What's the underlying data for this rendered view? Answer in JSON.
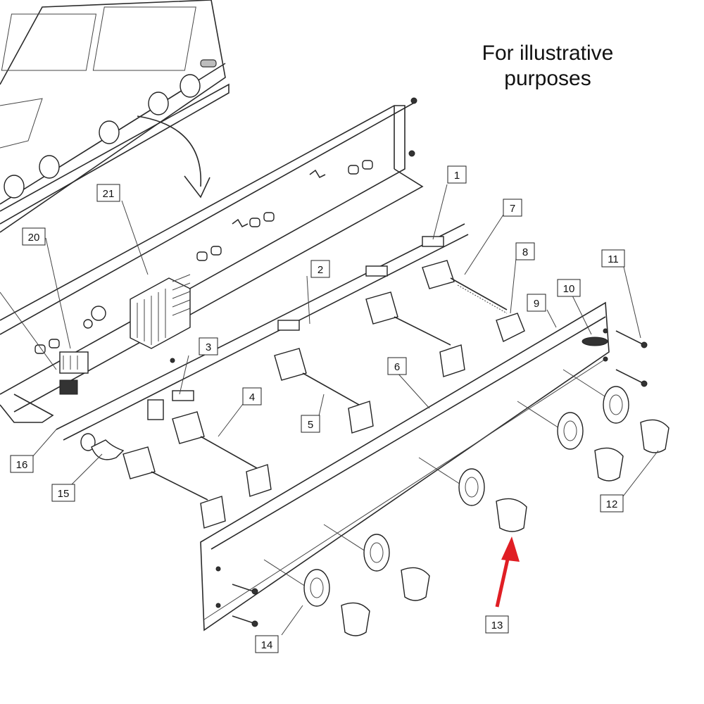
{
  "note": {
    "line1": "For illustrative",
    "line2": "purposes"
  },
  "callouts": [
    {
      "id": "1"
    },
    {
      "id": "2"
    },
    {
      "id": "3"
    },
    {
      "id": "4"
    },
    {
      "id": "5"
    },
    {
      "id": "6"
    },
    {
      "id": "7"
    },
    {
      "id": "8"
    },
    {
      "id": "9"
    },
    {
      "id": "10"
    },
    {
      "id": "11"
    },
    {
      "id": "12"
    },
    {
      "id": "13"
    },
    {
      "id": "14"
    },
    {
      "id": "15"
    },
    {
      "id": "16"
    },
    {
      "id": "20"
    },
    {
      "id": "21"
    }
  ],
  "highlight": {
    "part": "13",
    "color": "#e01e24"
  },
  "colors": {
    "line": "#2a2a2a",
    "background": "#ffffff"
  }
}
